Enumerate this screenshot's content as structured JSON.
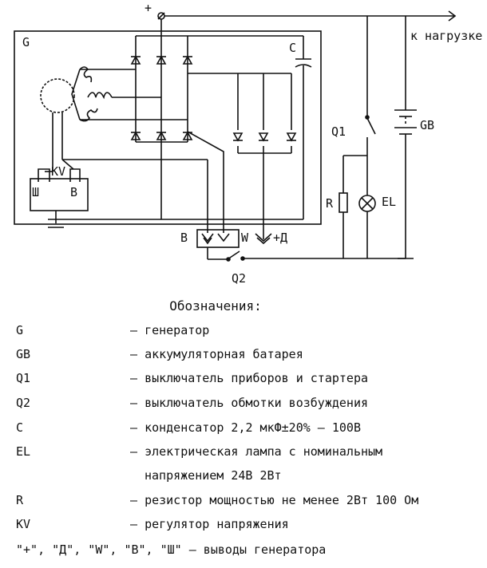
{
  "diagram": {
    "labels": {
      "generator": "G",
      "capacitor": "C",
      "load": "к нагрузке",
      "q1": "Q1",
      "gb": "GB",
      "r": "R",
      "el": "EL",
      "q2": "Q2",
      "kv": "KV",
      "sh": "Ш",
      "b_reg": "В",
      "b_term": "В",
      "w_term": "W",
      "plus_d": "+Д",
      "plus": "+"
    }
  },
  "legend": {
    "title": "Обозначения:",
    "dash": "–",
    "items": [
      {
        "code": "G",
        "desc": "генератор"
      },
      {
        "code": "GB",
        "desc": "аккумуляторная батарея"
      },
      {
        "code": "Q1",
        "desc": "выключатель приборов и стартера"
      },
      {
        "code": "Q2",
        "desc": "выключатель обмотки возбуждения"
      },
      {
        "code": "C",
        "desc": "конденсатор 2,2 мкФ±20% – 100В"
      },
      {
        "code": "EL",
        "desc": "электрическая лампа с номинальным"
      },
      {
        "code": "R",
        "desc": "резистор мощностью не менее 2Вт 100 Ом"
      },
      {
        "code": "KV",
        "desc": "регулятор напряжения"
      }
    ],
    "el_continuation": "напряжением 24В 2Вт",
    "terminals": "\"+\", \"Д\", \"W\", \"В\", \"Ш\" – выводы генератора"
  }
}
